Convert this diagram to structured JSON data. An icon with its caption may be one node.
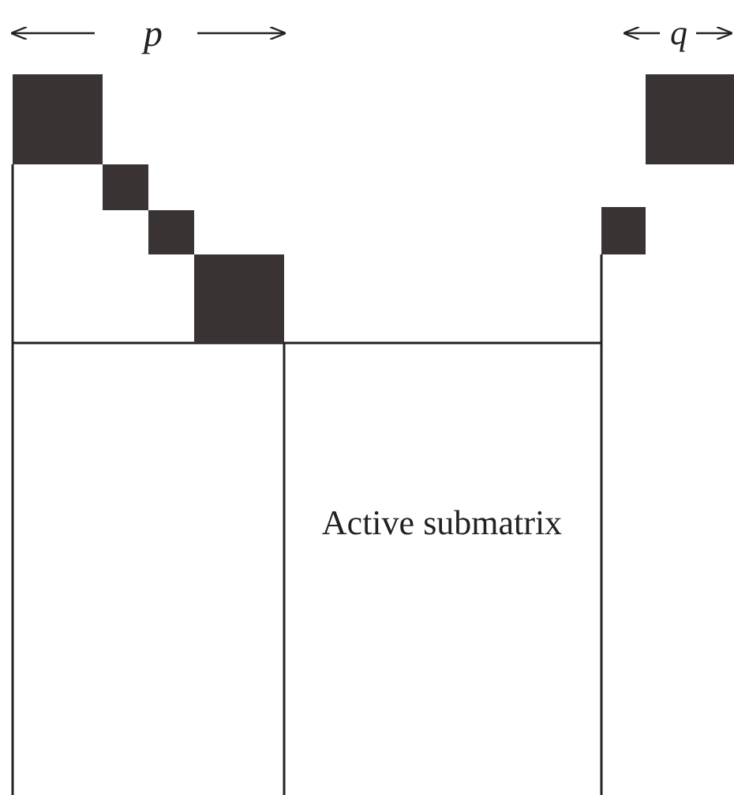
{
  "diagram": {
    "labels": [
      "p",
      "q",
      "Active submatrix"
    ]
  }
}
